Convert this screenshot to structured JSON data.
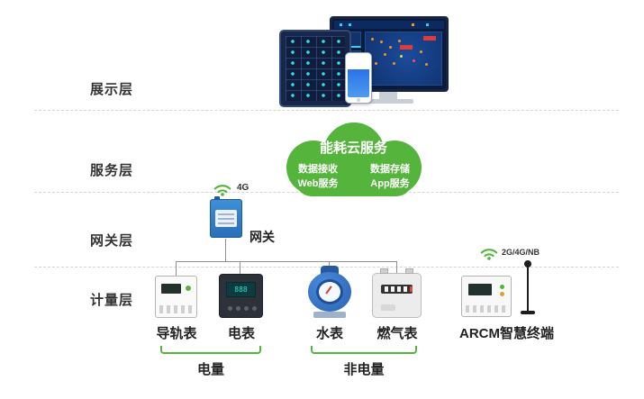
{
  "layers": [
    {
      "label": "展示层"
    },
    {
      "label": "服务层"
    },
    {
      "label": "网关层"
    },
    {
      "label": "计量层"
    }
  ],
  "display": {
    "devices": [
      "tablet",
      "monitor",
      "phone"
    ]
  },
  "cloud": {
    "title": "能耗云服务",
    "items": [
      "数据接收",
      "数据存储",
      "Web服务",
      "App服务"
    ]
  },
  "gateway": {
    "label": "网关",
    "wireless": "4G",
    "icon": "wifi-icon"
  },
  "arcm": {
    "wireless": "2G/4G/NB",
    "icon": "wifi-icon",
    "antenna": "antenna-icon"
  },
  "devices": [
    {
      "label": "导轨表"
    },
    {
      "label": "电表"
    },
    {
      "label": "水表"
    },
    {
      "label": "燃气表"
    },
    {
      "label": "ARCM智慧终端"
    }
  ],
  "meter_reading": "888",
  "groups": [
    {
      "label": "电量"
    },
    {
      "label": "非电量"
    }
  ],
  "colors": {
    "cloud_green": "#55b43b",
    "wifi_green": "#55b43b",
    "connector_gray": "#8f8f8f",
    "separator_gray": "#d4d4d4",
    "gateway_blue": "#2f7fc0",
    "text_dark": "#222222"
  }
}
